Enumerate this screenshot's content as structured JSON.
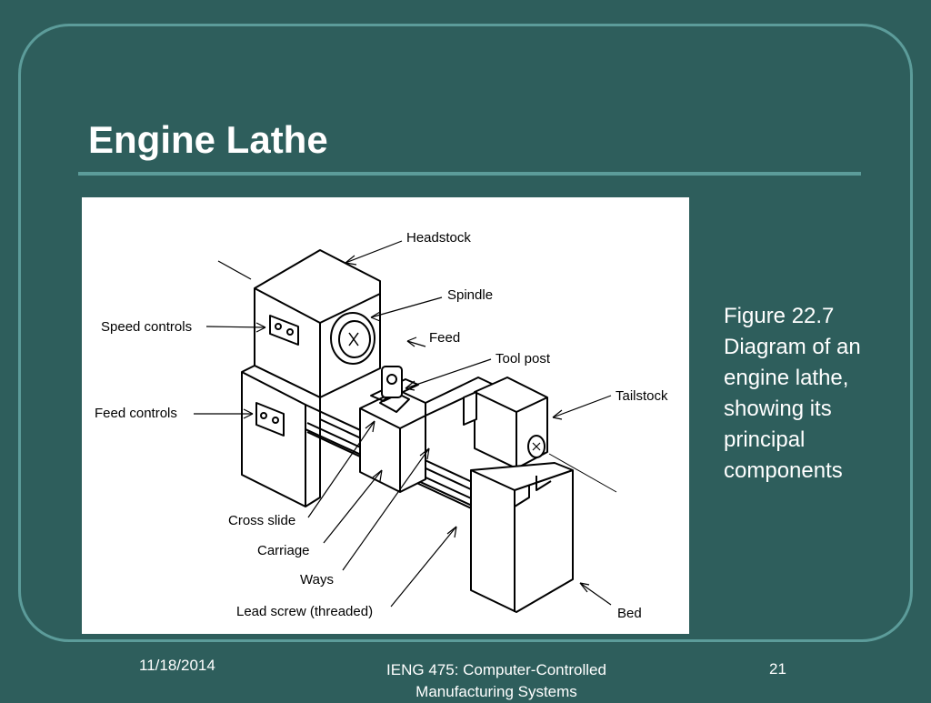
{
  "slide": {
    "title": "Engine Lathe",
    "caption": {
      "figure_number": "Figure 22.7",
      "description": "Diagram of an engine lathe, showing its principal components"
    },
    "footer": {
      "date": "11/18/2014",
      "course": "IENG 475: Computer-Controlled Manufacturing Systems",
      "page_number": "21"
    }
  },
  "diagram": {
    "labels": {
      "headstock": "Headstock",
      "spindle": "Spindle",
      "feed": "Feed",
      "tool_post": "Tool post",
      "tailstock": "Tailstock",
      "speed_controls": "Speed controls",
      "feed_controls": "Feed controls",
      "cross_slide": "Cross slide",
      "carriage": "Carriage",
      "ways": "Ways",
      "lead_screw": "Lead screw (threaded)",
      "bed": "Bed"
    }
  }
}
